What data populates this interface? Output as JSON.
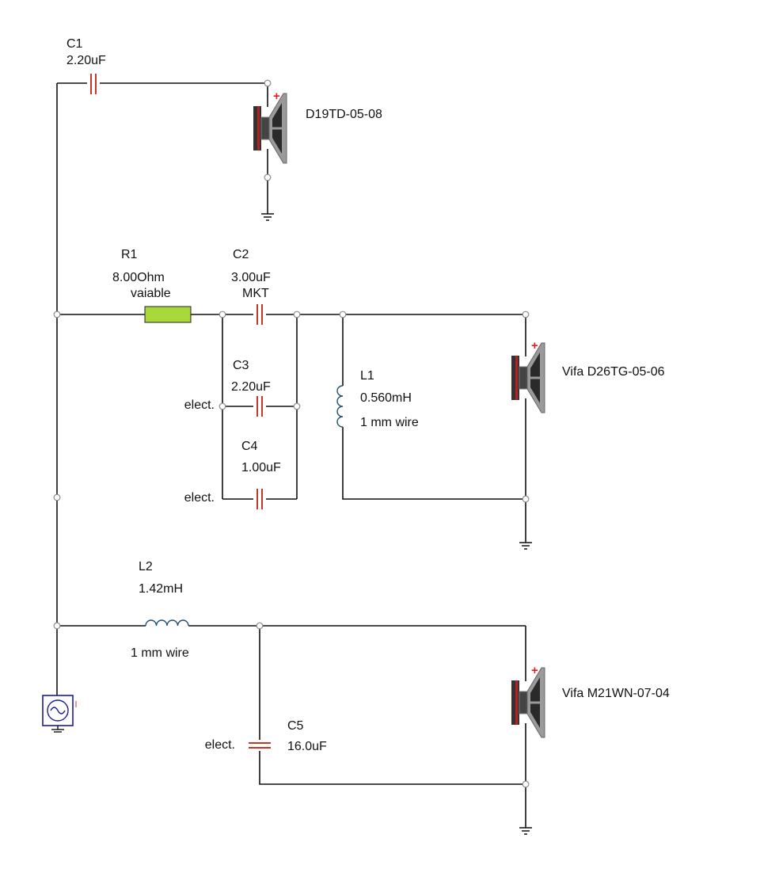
{
  "components": {
    "c1": {
      "ref": "C1",
      "value": "2.20uF"
    },
    "r1": {
      "ref": "R1",
      "value": "8.00Ohm",
      "note": "vaiable"
    },
    "c2": {
      "ref": "C2",
      "value": "3.00uF",
      "note": "MKT"
    },
    "c3": {
      "ref": "C3",
      "value": "2.20uF",
      "type": "elect."
    },
    "c4": {
      "ref": "C4",
      "value": "1.00uF",
      "type": "elect."
    },
    "l1": {
      "ref": "L1",
      "value": "0.560mH",
      "note": "1 mm wire"
    },
    "l2": {
      "ref": "L2",
      "value": "1.42mH",
      "note": "1 mm wire"
    },
    "c5": {
      "ref": "C5",
      "value": "16.0uF",
      "type": "elect."
    }
  },
  "speakers": {
    "tweeter": {
      "name": "D19TD-05-08"
    },
    "midrange": {
      "name": "Vifa D26TG-05-06"
    },
    "woofer": {
      "name": "Vifa M21WN-07-04"
    }
  },
  "icons": {
    "source": "ac-source-icon",
    "ground": "ground-icon",
    "speaker": "speaker-icon",
    "node": "node-icon"
  },
  "colors": {
    "wire": "#111111",
    "capacitor": "#c0392b",
    "inductor": "#1f4f6f",
    "resistor_fill": "#a8d83a",
    "speaker_body": "#9a9a9a",
    "speaker_magnet": "#333333",
    "speaker_accent": "#b22222",
    "plus_mark": "#e02020",
    "source": "#1a1aa0",
    "node": "#8a8a8a"
  }
}
